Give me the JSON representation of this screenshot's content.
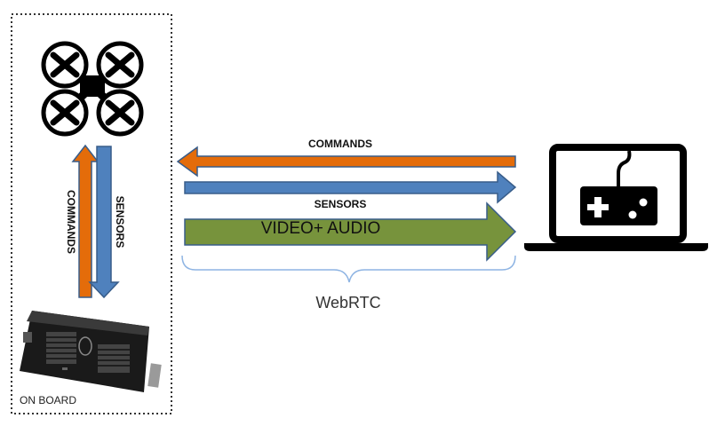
{
  "diagram": {
    "onboard_label": "ON BOARD",
    "vertical_commands_label": "COMMANDS",
    "vertical_sensors_label": "SENSORS",
    "commands_label": "COMMANDS",
    "sensors_label": "SENSORS",
    "video_audio_label": "VIDEO+ AUDIO",
    "webrtc_label": "WebRTC"
  },
  "colors": {
    "commands": "#e46c0a",
    "sensors": "#4f81bd",
    "video_audio": "#77933c",
    "arrow_border": "#385d8a",
    "box_border": "#333333"
  },
  "icons": {
    "drone": "quadcopter-icon",
    "compute_stick": "intel-compute-stick-icon",
    "laptop": "laptop-icon",
    "gamepad": "gamepad-icon"
  }
}
